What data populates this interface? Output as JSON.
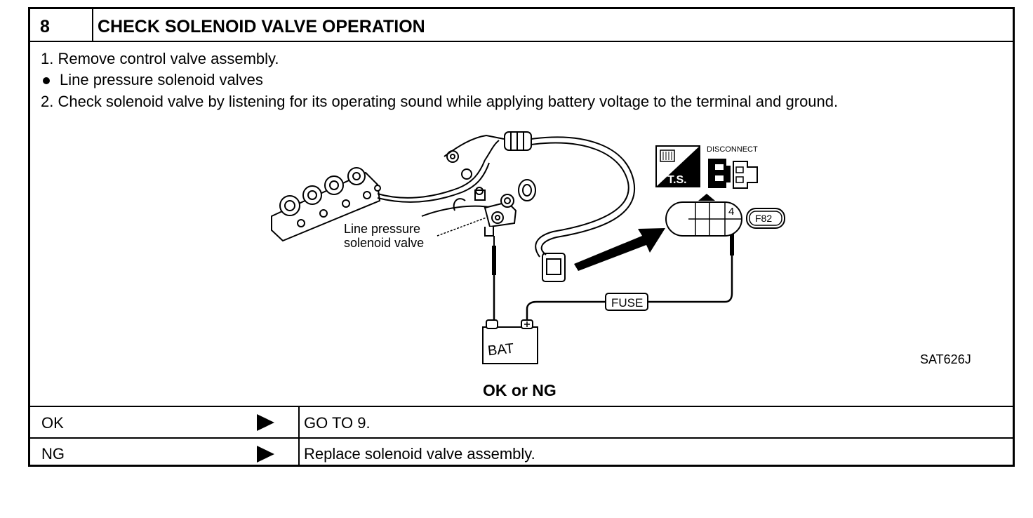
{
  "step": {
    "number": "8",
    "title": "CHECK SOLENOID VALVE OPERATION"
  },
  "instructions": [
    "1.  Remove control valve assembly.",
    "Line pressure solenoid valves",
    "2.  Check solenoid valve by listening for its operating sound while applying battery voltage to the terminal and ground."
  ],
  "figure": {
    "valve_label_line1": "Line pressure",
    "valve_label_line2": "solenoid valve",
    "fuse_label": "FUSE",
    "battery_label": "BAT",
    "disconnect_label": "DISCONNECT",
    "ts_label": "T.S.",
    "terminal_number": "4",
    "connector_id": "F82",
    "figure_code": "SAT626J"
  },
  "question": "OK or NG",
  "results": [
    {
      "status": "OK",
      "action": "GO TO 9."
    },
    {
      "status": "NG",
      "action": "Replace solenoid valve assembly."
    }
  ]
}
